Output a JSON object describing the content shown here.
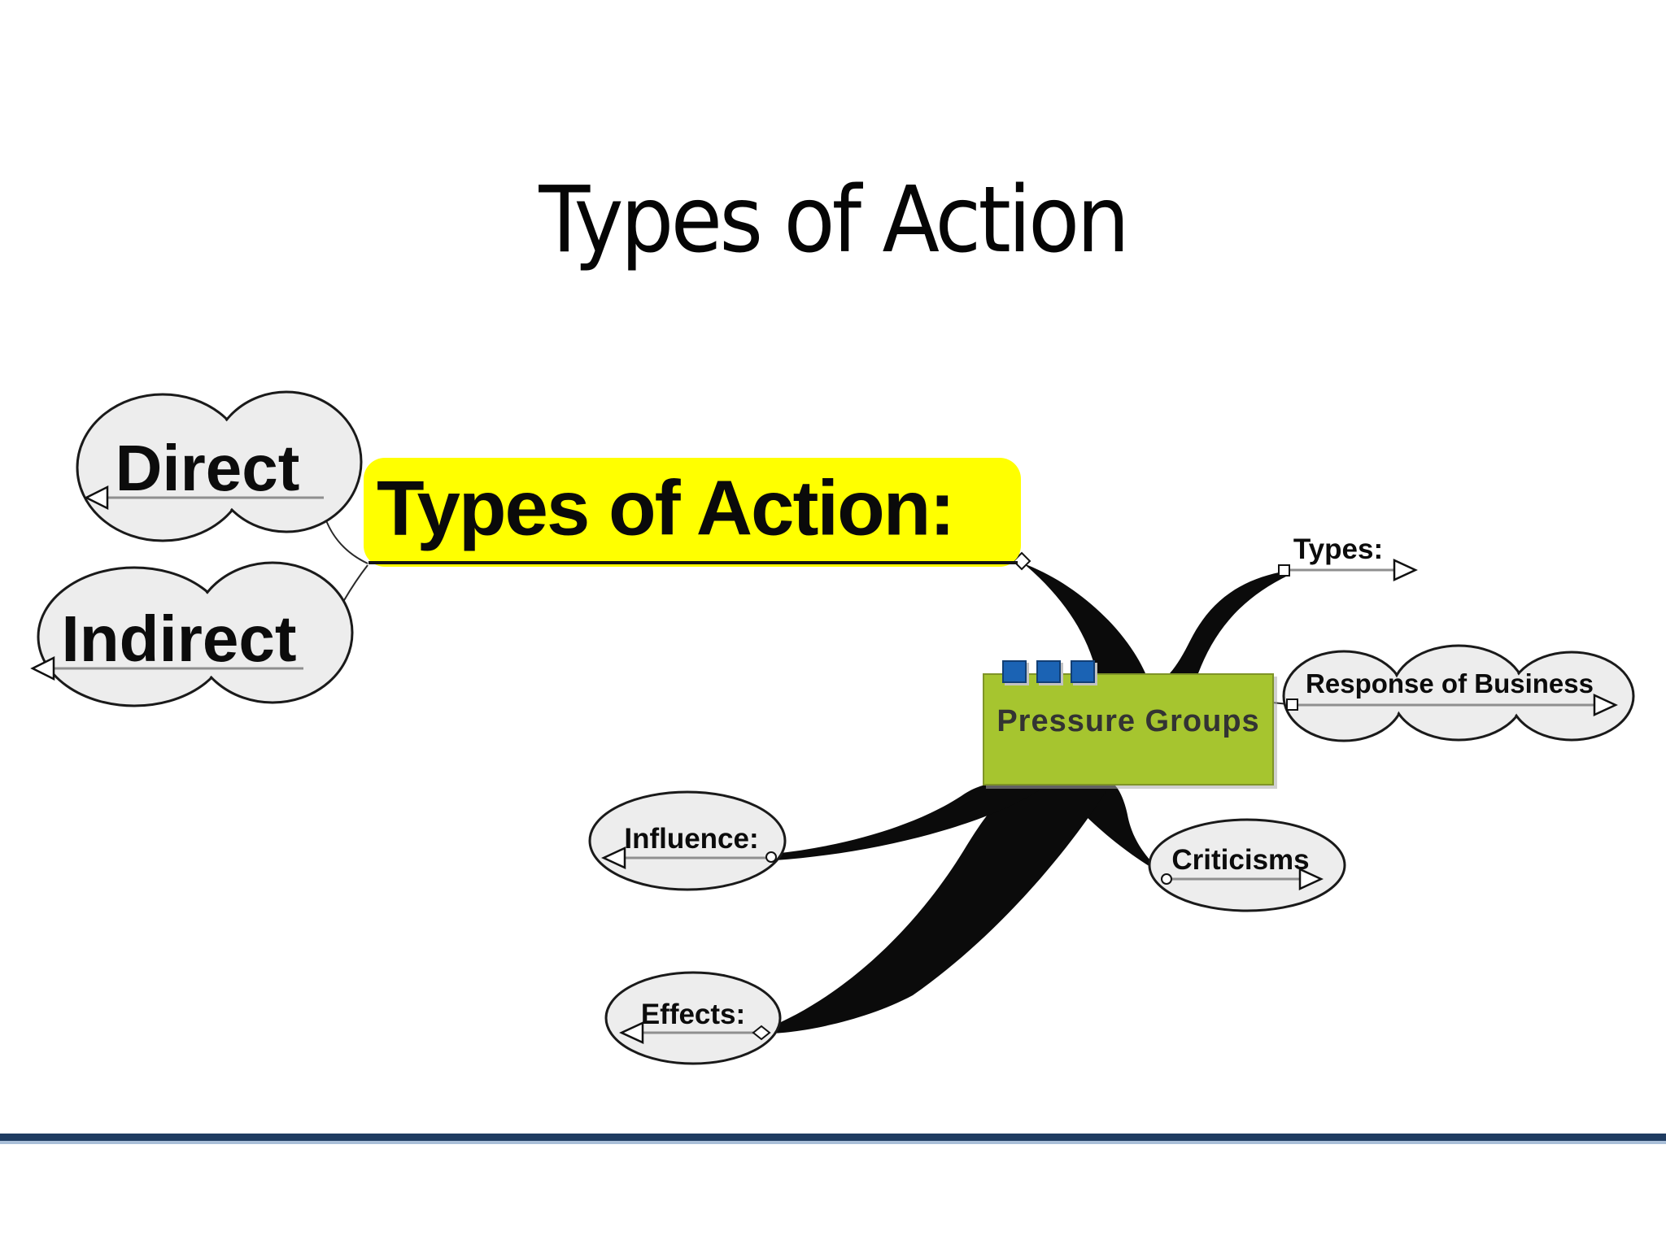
{
  "slide": {
    "title": "Types of Action"
  },
  "mindmap": {
    "topic_label": "Types of Action:",
    "center_label": "Pressure Groups",
    "direct_label": "Direct",
    "indirect_label": "Indirect",
    "types_label": "Types:",
    "response_label": "Response of Business",
    "criticisms_label": "Criticisms",
    "influence_label": "Influence:",
    "effects_label": "Effects:"
  },
  "colors": {
    "highlight_yellow": "#FFFF00",
    "center_green": "#A6C52F",
    "marker_blue": "#1B63B4",
    "cloud_fill": "#EDEDED",
    "branch_black": "#0b0b0b",
    "footer_rule_dark": "#1F3C61",
    "footer_rule_light": "#A9BFD8"
  }
}
